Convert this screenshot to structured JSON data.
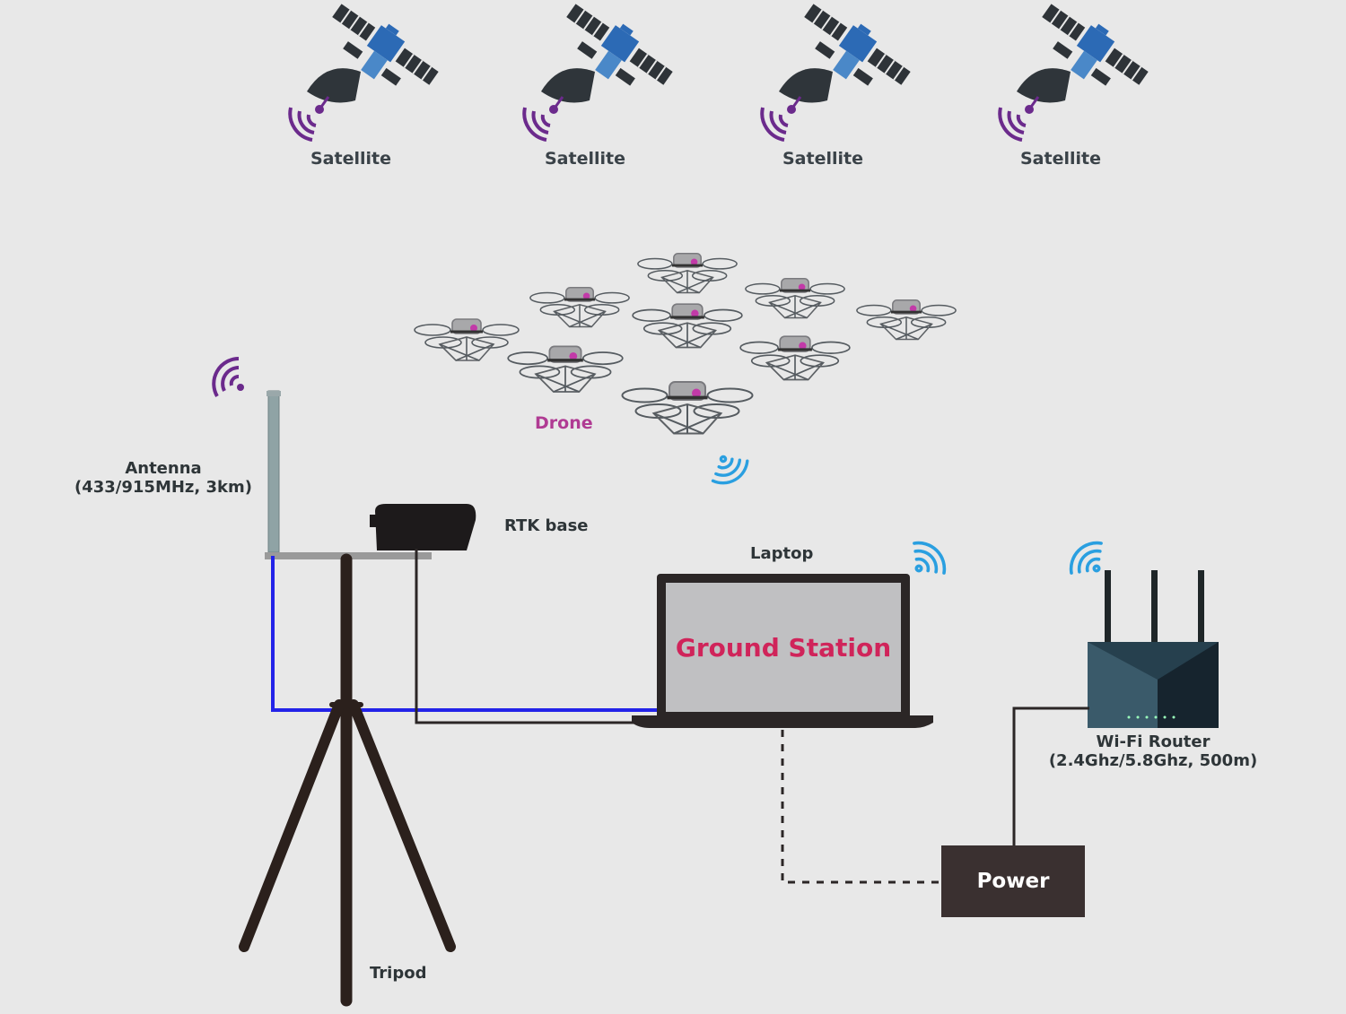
{
  "satellites": [
    {
      "label": "Satellite"
    },
    {
      "label": "Satellite"
    },
    {
      "label": "Satellite"
    },
    {
      "label": "Satellite"
    }
  ],
  "drone": {
    "label": "Drone"
  },
  "antenna": {
    "label": "Antenna",
    "spec": "(433/915MHz, 3km)"
  },
  "rtk_base": {
    "label": "RTK base"
  },
  "laptop": {
    "label": "Laptop",
    "screen_text": "Ground Station"
  },
  "router": {
    "label": "Wi-Fi Router",
    "spec": "(2.4Ghz/5.8Ghz, 500m)"
  },
  "power": {
    "label": "Power"
  },
  "tripod": {
    "label": "Tripod"
  },
  "colors": {
    "background": "#e8e8e8",
    "satellite_signal": "#6b2a8c",
    "wifi_signal": "#2a9fe0",
    "antenna_cable": "#2323e8",
    "ground_station_text": "#d0245a",
    "drone_label": "#b03b93",
    "router_body": "#2f4d5f",
    "device_dark": "#2b2626"
  }
}
